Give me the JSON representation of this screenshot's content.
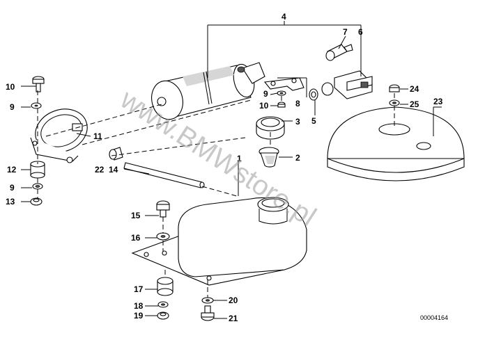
{
  "watermark": "www.BMWstore.pl",
  "reference_code": "00004164",
  "callouts": {
    "c1": "1",
    "c2": "2",
    "c3": "3",
    "c4": "4",
    "c5": "5",
    "c6": "6",
    "c7": "7",
    "c8": "8",
    "c9a": "9",
    "c9b": "9",
    "c9c": "9",
    "c10a": "10",
    "c10b": "10",
    "c11": "11",
    "c12": "12",
    "c13": "13",
    "c14": "14",
    "c15": "15",
    "c16": "16",
    "c17": "17",
    "c18": "18",
    "c19": "19",
    "c20": "20",
    "c21": "21",
    "c22": "22",
    "c23": "23",
    "c24": "24",
    "c25": "25"
  }
}
